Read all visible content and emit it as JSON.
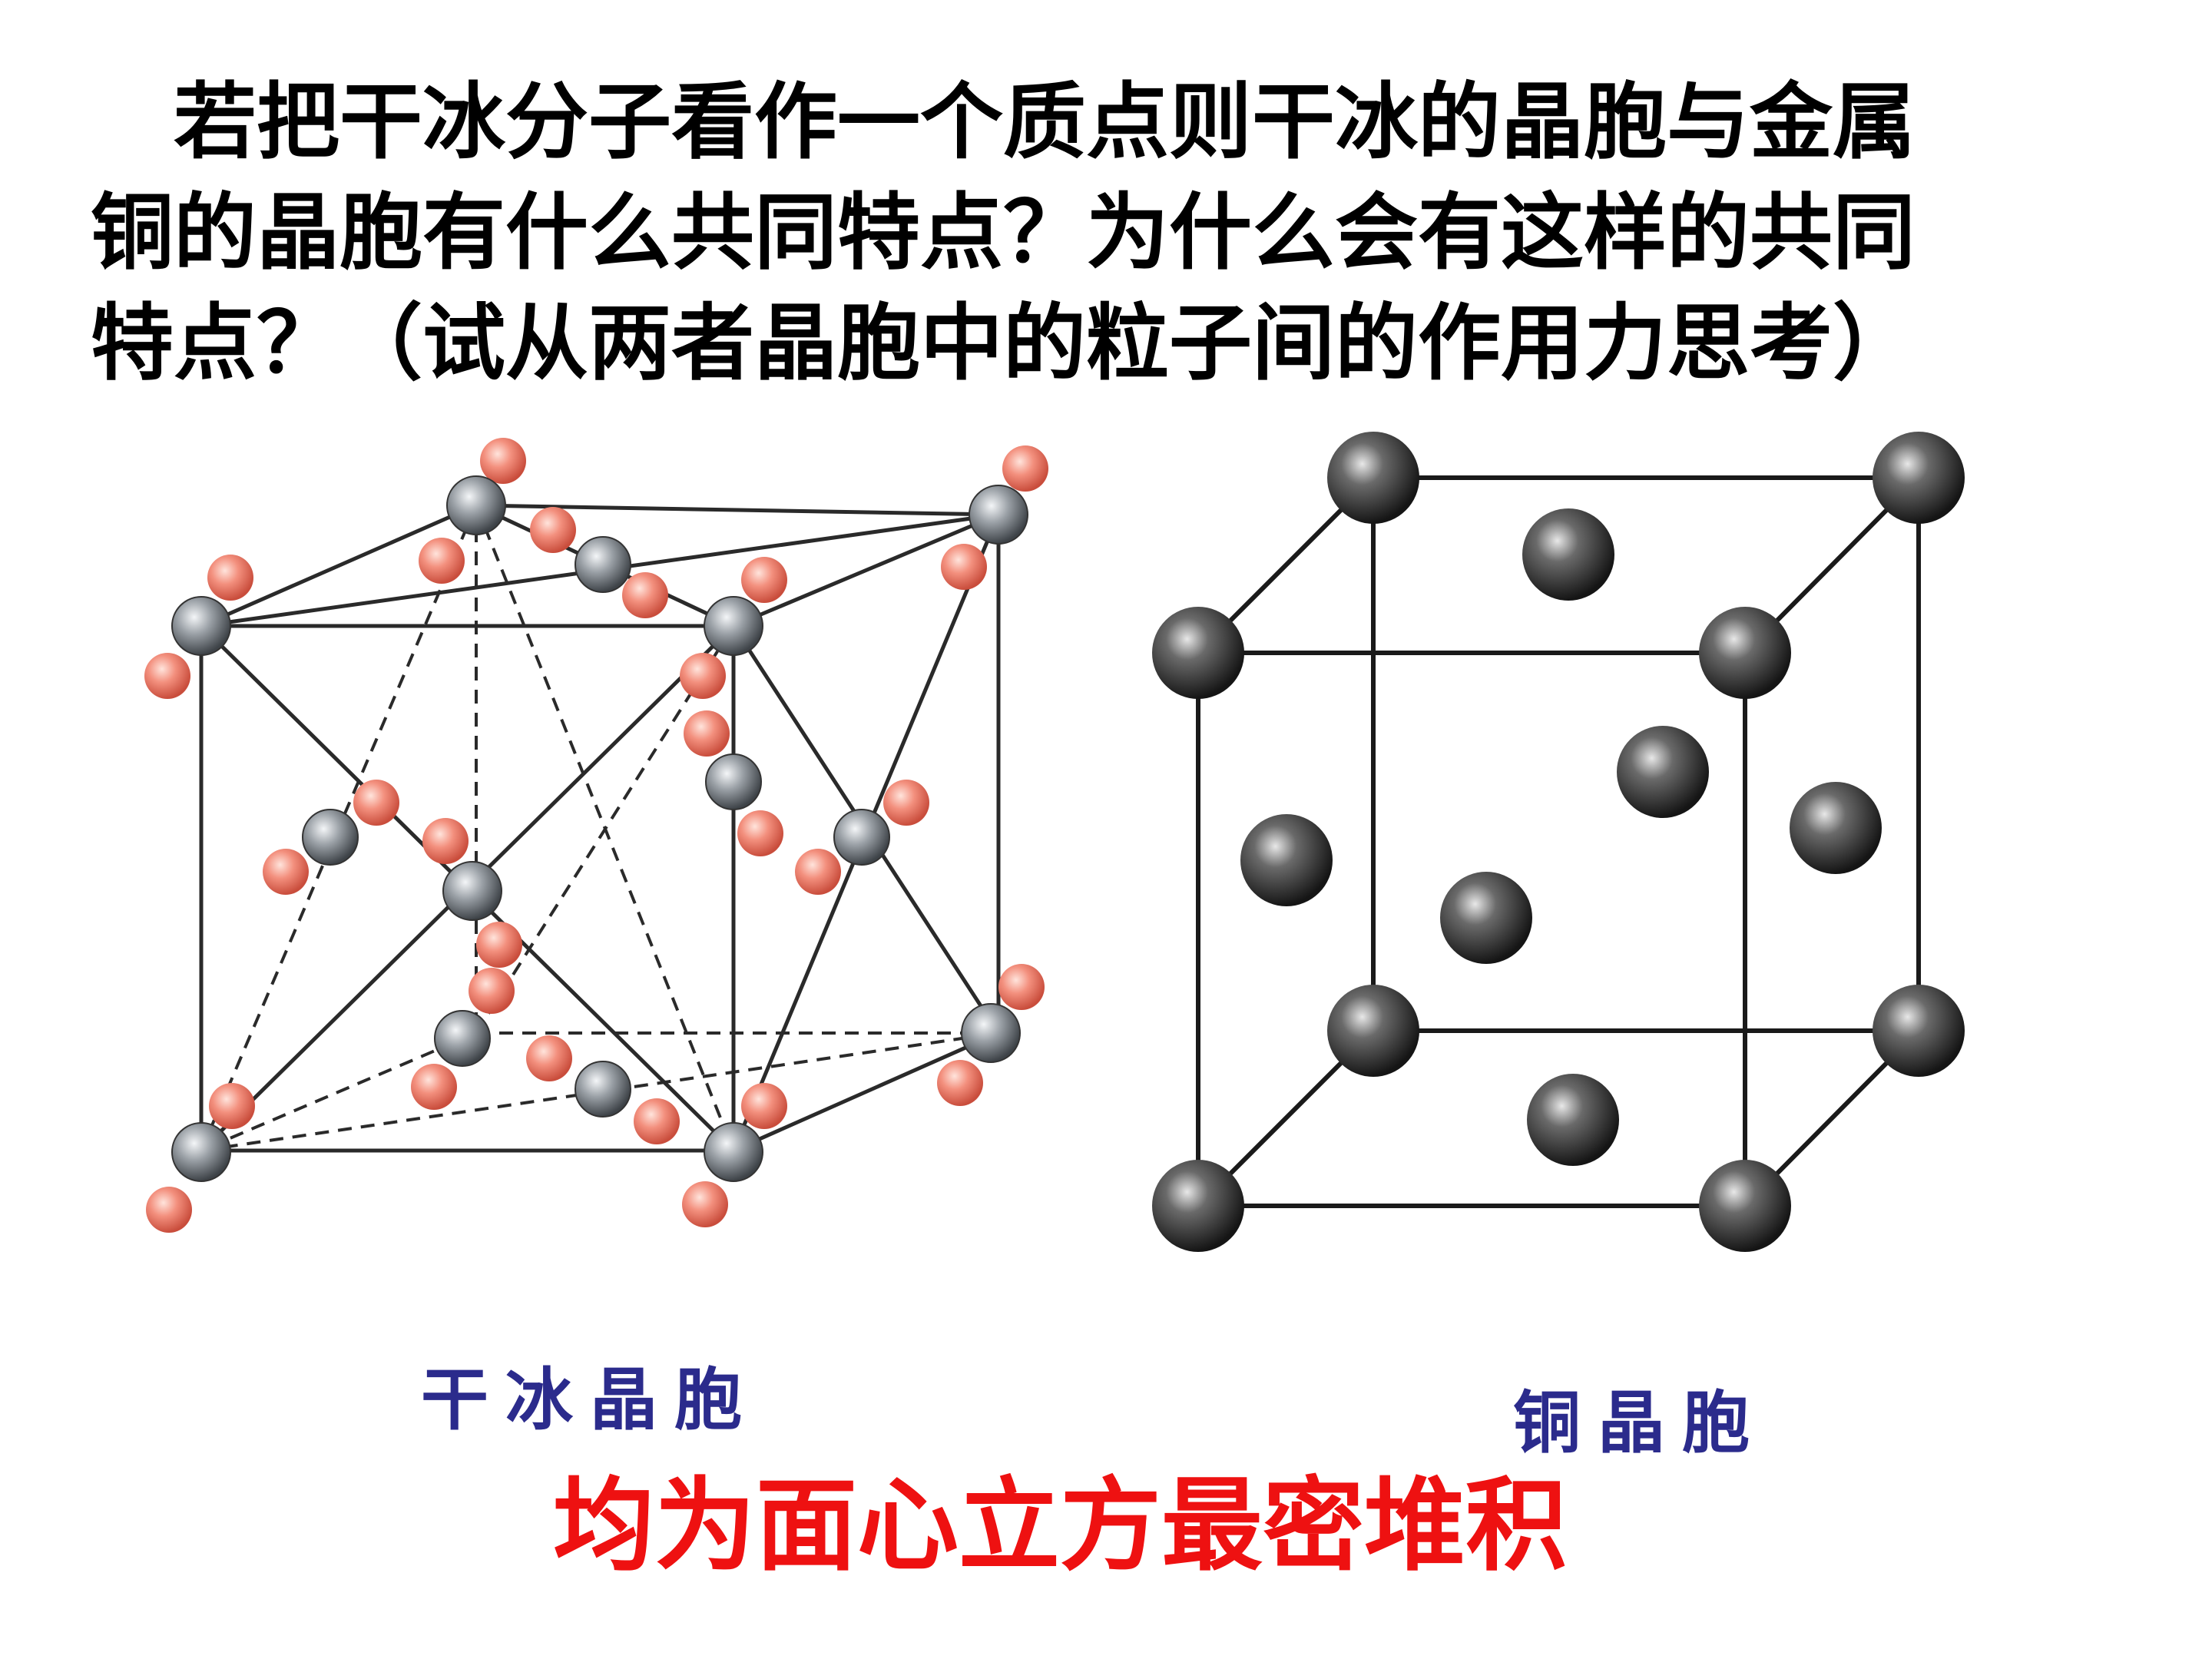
{
  "question": {
    "line1": "若把干冰分子看作一个质点则干冰的晶胞与金属",
    "line2": "铜的晶胞有什么共同特点？为什么会有这样的共同",
    "line3": "特点？（试从两者晶胞中的粒子间的作用力思考）"
  },
  "captions": {
    "dry_ice": "干冰晶胞",
    "copper": "铜晶胞"
  },
  "conclusion": "均为面心立方最密堆积",
  "colors": {
    "question_text": "#000000",
    "caption_text": "#2b2b8c",
    "conclusion_text": "#ee1111",
    "oxygen_atom": "#f28a7a",
    "carbon_atom": "#8a8e92",
    "copper_atom": "#3a3a3a"
  }
}
